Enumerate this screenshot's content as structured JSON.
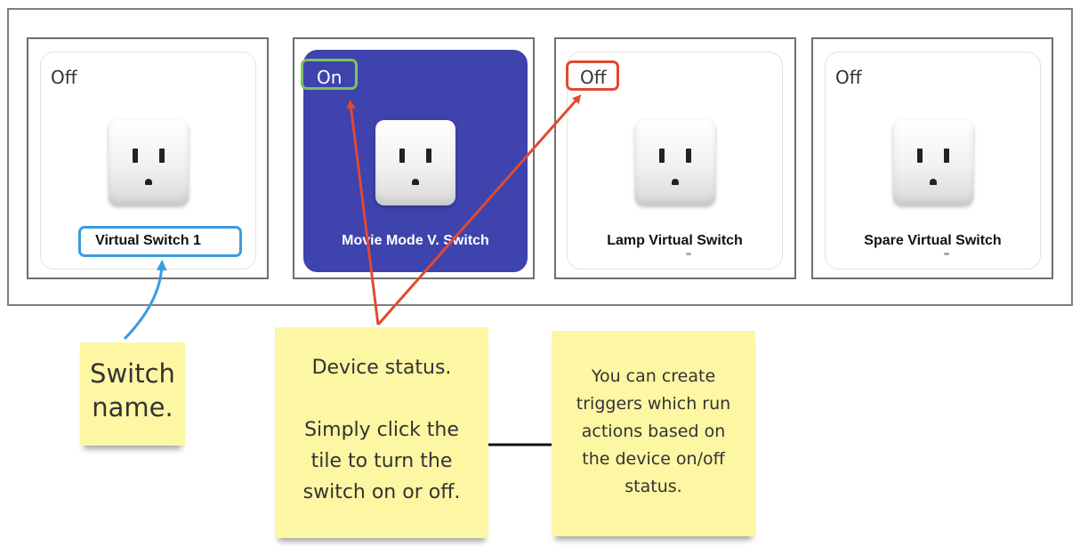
{
  "tiles": [
    {
      "status": "Off",
      "name": "Virtual Switch 1",
      "state": "off"
    },
    {
      "status": "On",
      "name": "Movie Mode V. Switch",
      "state": "on"
    },
    {
      "status": "Off",
      "name": "Lamp Virtual Switch",
      "state": "off"
    },
    {
      "status": "Off",
      "name": "Spare Virtual Switch",
      "state": "off"
    }
  ],
  "notes": {
    "switch_name": [
      "Switch",
      "name."
    ],
    "device_status": [
      "Device status.",
      "",
      "Simply click the",
      "tile to turn the",
      "switch on or off."
    ],
    "triggers": [
      "You can create",
      "triggers which run",
      "actions based on",
      "the device on/off",
      "status."
    ]
  },
  "colors": {
    "tile_on": "#3e43ad",
    "highlight_name": "#3a9be0",
    "highlight_on": "#7dc35b",
    "highlight_off": "#e2492f",
    "sticky": "#fdf6a3",
    "arrow_red": "#e2492f",
    "arrow_blue": "#3a9be0"
  },
  "icons": {
    "outlet": "power-outlet-icon"
  }
}
